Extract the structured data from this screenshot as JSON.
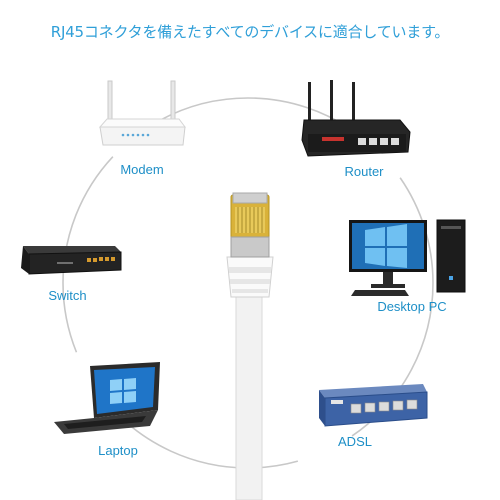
{
  "headline": "RJ45コネクタを備えたすべてのデバイスに適合しています。",
  "accent_color": "#2f9fd8",
  "devices": [
    {
      "label": "Modem",
      "icon": "wireless-router-white-icon"
    },
    {
      "label": "Router",
      "icon": "router-black-icon"
    },
    {
      "label": "Desktop PC",
      "icon": "desktop-pc-icon"
    },
    {
      "label": "ADSL",
      "icon": "network-switch-blue-icon"
    },
    {
      "label": "Laptop",
      "icon": "laptop-icon"
    },
    {
      "label": "Switch",
      "icon": "switch-black-icon"
    }
  ],
  "center": {
    "icon": "rj45-cable-icon"
  }
}
